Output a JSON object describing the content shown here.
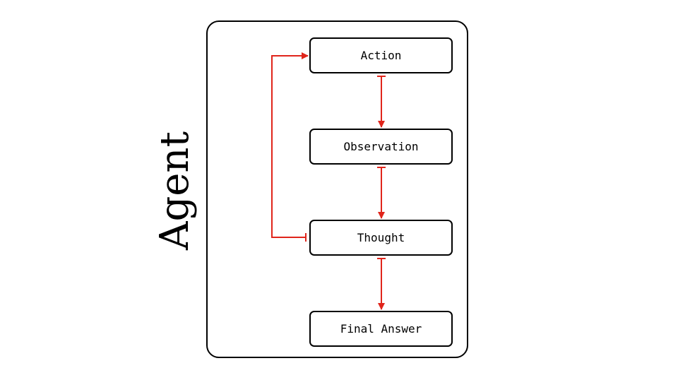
{
  "agent_label": "Agent",
  "steps": {
    "action": "Action",
    "observation": "Observation",
    "thought": "Thought",
    "final_answer": "Final Answer"
  },
  "colors": {
    "arrow": "#e0251b",
    "border": "#000000"
  }
}
